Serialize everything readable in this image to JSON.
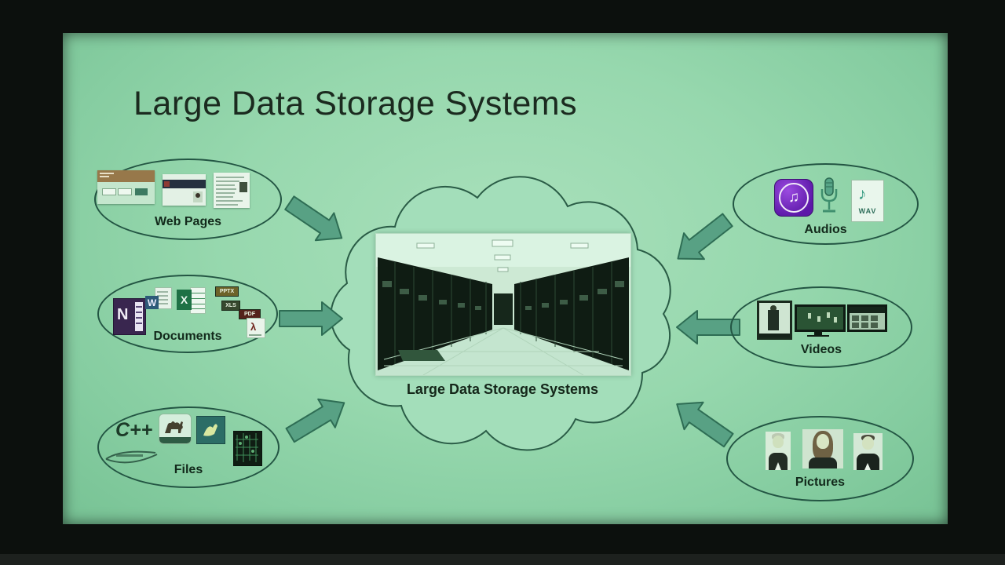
{
  "title": "Large Data Storage Systems",
  "cloud": {
    "caption": "Large Data Storage Systems"
  },
  "sources": [
    {
      "label": "Web Pages"
    },
    {
      "label": "Documents"
    },
    {
      "label": "Files"
    },
    {
      "label": "Audios"
    },
    {
      "label": "Videos"
    },
    {
      "label": "Pictures"
    }
  ],
  "badges": {
    "pptx": "PPTX",
    "xls": "XLS",
    "pdf": "PDF",
    "wav": "WAV",
    "cpp": "C++"
  },
  "glyphs": {
    "onenote_letter": "N",
    "word_letter": "W",
    "excel_letter": "X",
    "double_note": "♫",
    "single_note": "♪"
  },
  "colors": {
    "slide_background": "#97d8ae",
    "outline": "#235543",
    "arrow_fill": "#58a184",
    "title_text": "#1b2a1f",
    "itunes_purple": "#7b2fd0"
  }
}
